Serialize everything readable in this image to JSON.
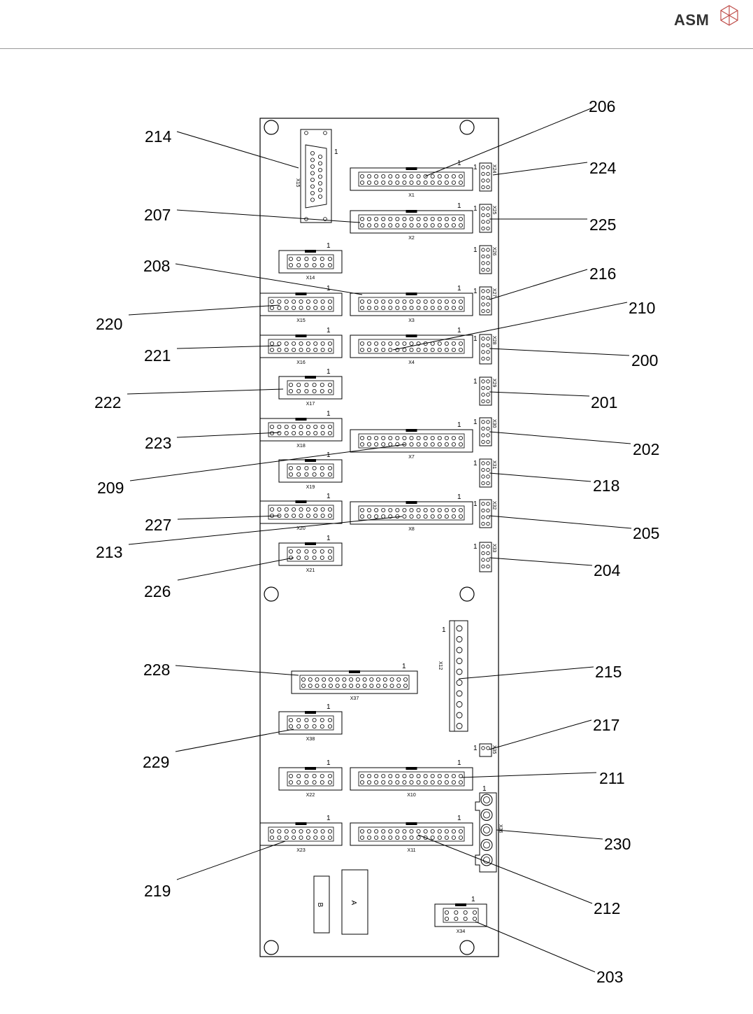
{
  "header": {
    "brand": "ASM",
    "logo_icon": "asm-cube-logo-icon"
  },
  "diagram": {
    "pin1_marker": "1",
    "blocks": {
      "a": "A",
      "b": "B"
    },
    "connectors": [
      {
        "id": "X15",
        "kind": "dsub",
        "label": "X15"
      },
      {
        "id": "X1",
        "kind": "idc",
        "label": "X1"
      },
      {
        "id": "X2",
        "kind": "idc",
        "label": "X2"
      },
      {
        "id": "X3",
        "kind": "idc",
        "label": "X3"
      },
      {
        "id": "X4",
        "kind": "idc",
        "label": "X4"
      },
      {
        "id": "X7",
        "kind": "idc",
        "label": "X7"
      },
      {
        "id": "X8",
        "kind": "idc",
        "label": "X8"
      },
      {
        "id": "X10",
        "kind": "idc",
        "label": "X10"
      },
      {
        "id": "X11",
        "kind": "idc",
        "label": "X11"
      },
      {
        "id": "X14",
        "kind": "idc",
        "label": "X14"
      },
      {
        "id": "X15b",
        "kind": "idc",
        "label": "X15"
      },
      {
        "id": "X16",
        "kind": "idc",
        "label": "X16"
      },
      {
        "id": "X17",
        "kind": "idc",
        "label": "X17"
      },
      {
        "id": "X18",
        "kind": "idc",
        "label": "X18"
      },
      {
        "id": "X19",
        "kind": "idc",
        "label": "X19"
      },
      {
        "id": "X20",
        "kind": "idc",
        "label": "X20"
      },
      {
        "id": "X21",
        "kind": "idc",
        "label": "X21"
      },
      {
        "id": "X37",
        "kind": "idc",
        "label": "X37"
      },
      {
        "id": "X38",
        "kind": "idc",
        "label": "X38"
      },
      {
        "id": "X22",
        "kind": "idc",
        "label": "X22"
      },
      {
        "id": "X23",
        "kind": "idc",
        "label": "X23"
      },
      {
        "id": "X34",
        "kind": "idc",
        "label": "X34"
      },
      {
        "id": "X24",
        "kind": "header",
        "label": "X24"
      },
      {
        "id": "X25",
        "kind": "header",
        "label": "X25"
      },
      {
        "id": "X26",
        "kind": "header",
        "label": "X26"
      },
      {
        "id": "X27",
        "kind": "header",
        "label": "X27"
      },
      {
        "id": "X28",
        "kind": "header",
        "label": "X28"
      },
      {
        "id": "X29",
        "kind": "header",
        "label": "X29"
      },
      {
        "id": "X30",
        "kind": "header",
        "label": "X30"
      },
      {
        "id": "X31",
        "kind": "header",
        "label": "X31"
      },
      {
        "id": "X32",
        "kind": "header",
        "label": "X32"
      },
      {
        "id": "X33",
        "kind": "header",
        "label": "X33"
      },
      {
        "id": "X35",
        "kind": "header",
        "label": "X35"
      },
      {
        "id": "X12",
        "kind": "terminal",
        "label": "X12"
      },
      {
        "id": "X36",
        "kind": "power",
        "label": "X36"
      }
    ],
    "callouts": [
      {
        "label": "206"
      },
      {
        "label": "214"
      },
      {
        "label": "224"
      },
      {
        "label": "207"
      },
      {
        "label": "225"
      },
      {
        "label": "208"
      },
      {
        "label": "216"
      },
      {
        "label": "210"
      },
      {
        "label": "220"
      },
      {
        "label": "221"
      },
      {
        "label": "200"
      },
      {
        "label": "222"
      },
      {
        "label": "201"
      },
      {
        "label": "223"
      },
      {
        "label": "202"
      },
      {
        "label": "209"
      },
      {
        "label": "218"
      },
      {
        "label": "227"
      },
      {
        "label": "205"
      },
      {
        "label": "213"
      },
      {
        "label": "204"
      },
      {
        "label": "226"
      },
      {
        "label": "228"
      },
      {
        "label": "215"
      },
      {
        "label": "217"
      },
      {
        "label": "229"
      },
      {
        "label": "211"
      },
      {
        "label": "230"
      },
      {
        "label": "219"
      },
      {
        "label": "212"
      },
      {
        "label": "203"
      }
    ]
  }
}
